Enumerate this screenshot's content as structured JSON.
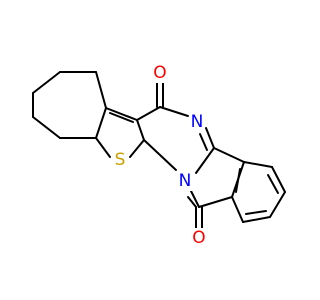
{
  "molecule": {
    "atoms": [
      {
        "id": "O1",
        "label": "O",
        "color": "#ff0000"
      },
      {
        "id": "O2",
        "label": "O",
        "color": "#ff0000"
      },
      {
        "id": "N1",
        "label": "N",
        "color": "#0000ff"
      },
      {
        "id": "N2",
        "label": "N",
        "color": "#0000ff"
      },
      {
        "id": "S1",
        "label": "S",
        "color": "#c8a000"
      }
    ],
    "bond_color": "#000000"
  }
}
